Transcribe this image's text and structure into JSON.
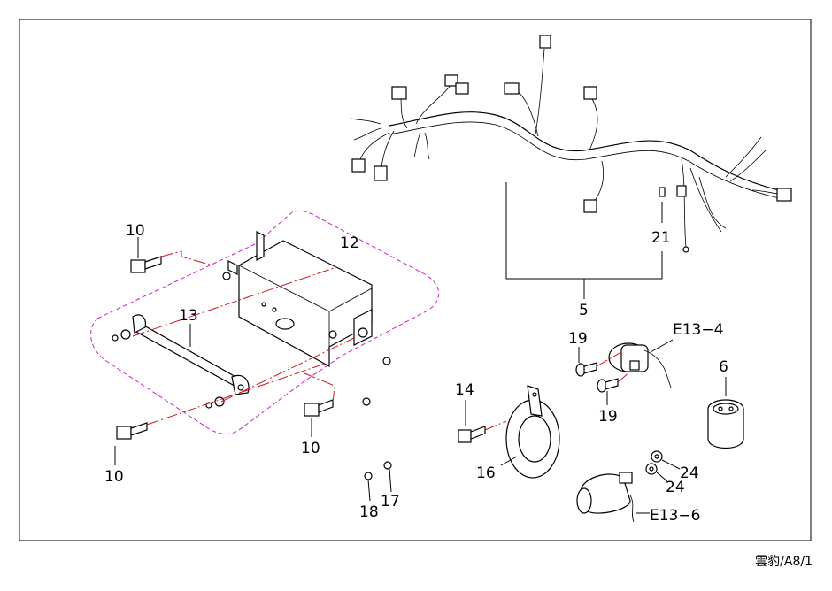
{
  "callouts": {
    "harness": "5",
    "sensor": "6",
    "bolt_a": "10",
    "bolt_b": "10",
    "bolt_c": "10",
    "tray": "12",
    "strap": "13",
    "horn_bolt": "14",
    "horn": "16",
    "rod_a": "17",
    "rod_b": "18",
    "screw_a": "19",
    "screw_b": "19",
    "clip": "21",
    "nut_a": "24",
    "nut_b": "24",
    "ignition_coil": "E13−4",
    "condenser": "E13−6"
  },
  "footer": {
    "page_ref": "雲豹/A8/1"
  }
}
